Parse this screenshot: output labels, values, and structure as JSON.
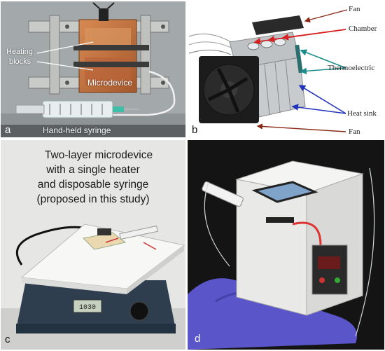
{
  "panel_a": {
    "letter": "a",
    "label_heating": [
      "Heating",
      "blocks"
    ],
    "label_microdevice": "Microdevice",
    "label_syringe": "Hand-held syringe"
  },
  "panel_b": {
    "letter": "b",
    "labels": {
      "fan_top": "Fan",
      "chamber": "Chamber",
      "thermoelectric": "Thermoelectric",
      "heat_sink": "Heat sink",
      "fan_bottom": "Fan"
    }
  },
  "panel_c": {
    "letter": "c",
    "caption_lines": [
      "Two-layer microdevice",
      "with a single heater",
      "and disposable syringe",
      "(proposed in this study)"
    ]
  },
  "panel_d": {
    "letter": "d"
  },
  "colors": {
    "arrow_red": "#d81e1e",
    "arrow_teal": "#1d8c8c",
    "arrow_blue": "#2233bb",
    "arrow_darkred": "#8a2a14",
    "copper": "#c4703a",
    "glove": "#5a55c8"
  }
}
